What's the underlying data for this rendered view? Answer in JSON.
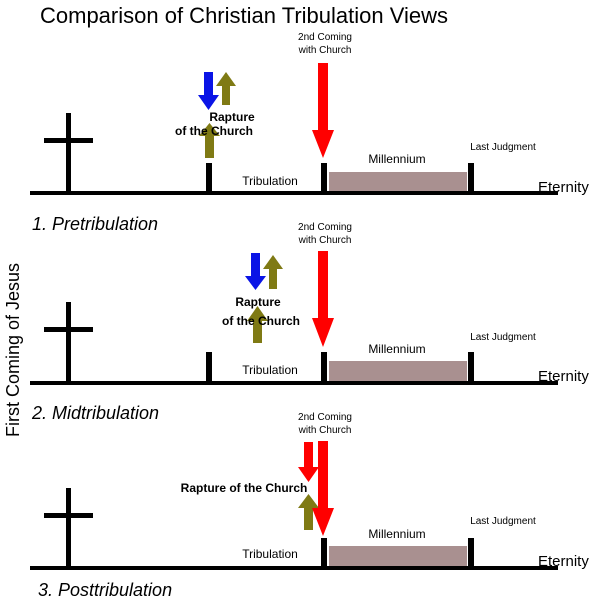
{
  "title": "Comparison of Christian Tribulation Views",
  "side_label": "First Coming of Jesus",
  "colors": {
    "blue_arrow": "#0a14e6",
    "olive_arrow": "#7f7a14",
    "red_arrow": "#ff0000",
    "millennium_bar": "#a99090",
    "line": "#000000"
  },
  "labels": {
    "second_coming": [
      "2nd Coming",
      "with Church"
    ],
    "rapture_split": [
      "Rapture",
      "of the Church"
    ],
    "rapture_single": "Rapture of the Church",
    "tribulation": "Tribulation",
    "millennium": "Millennium",
    "last_judgment": "Last Judgment",
    "eternity": "Eternity"
  },
  "views": [
    {
      "name": "1. Pretribulation",
      "rapture_position": "before-tribulation"
    },
    {
      "name": "2. Midtribulation",
      "rapture_position": "mid-tribulation"
    },
    {
      "name": "3. Posttribulation",
      "rapture_position": "with-second-coming"
    }
  ]
}
